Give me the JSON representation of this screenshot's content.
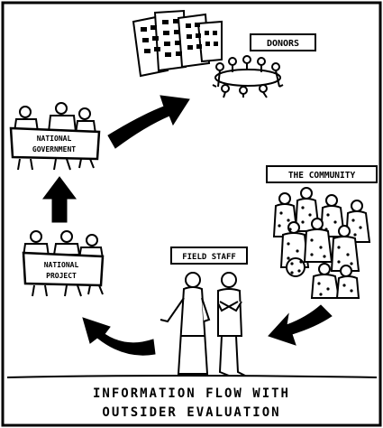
{
  "labels": {
    "donors": "DONORS",
    "national_government_line1": "NATIONAL",
    "national_government_line2": "GOVERNMENT",
    "community": "THE COMMUNITY",
    "field_staff": "FIELD STAFF",
    "national_project_line1": "NATIONAL",
    "national_project_line2": "PROJECT"
  },
  "caption": {
    "line1": "INFORMATION  FLOW WITH",
    "line2": "OUTSIDER  EVALUATION"
  }
}
